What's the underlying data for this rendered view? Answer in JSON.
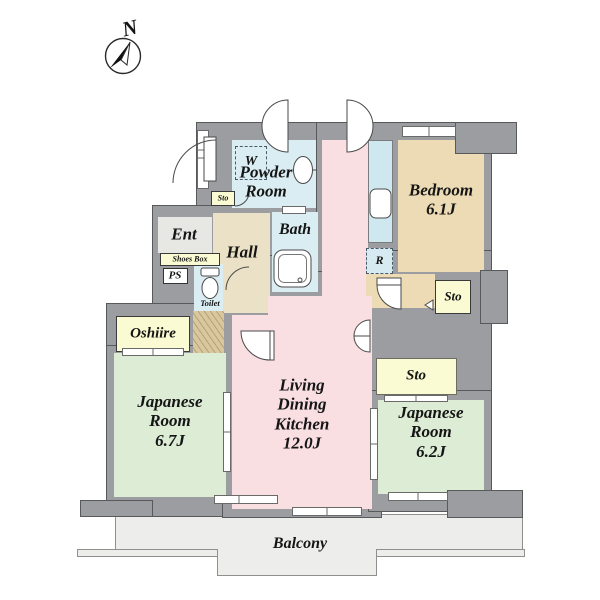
{
  "compass": {
    "north_label": "N"
  },
  "rooms": {
    "powder_room": {
      "label": "Powder\nRoom"
    },
    "bath": {
      "label": "Bath"
    },
    "toilet": {
      "label": "Toilet"
    },
    "ent": {
      "label": "Ent"
    },
    "hall": {
      "label": "Hall"
    },
    "bedroom": {
      "label": "Bedroom\n6.1J"
    },
    "japanese_room_67": {
      "label": "Japanese\nRoom\n6.7J"
    },
    "japanese_room_62": {
      "label": "Japanese\nRoom\n6.2J"
    },
    "ldk": {
      "label": "Living\nDining\nKitchen\n12.0J"
    },
    "balcony": {
      "label": "Balcony"
    }
  },
  "closets": {
    "oshiire": {
      "label": "Oshiire"
    },
    "shoes_box": {
      "label": "Shoes Box"
    },
    "sto_powder": {
      "label": "Sto"
    },
    "sto_bedroom": {
      "label": "Sto"
    },
    "sto_japanese": {
      "label": "Sto"
    }
  },
  "utilities": {
    "pipe_space": {
      "label": "PS"
    },
    "washer": {
      "label": "W"
    },
    "refrigerator": {
      "label": "R"
    }
  },
  "colors": {
    "wall": "#9c9da0",
    "wet_area": "#d9edf3",
    "kitchen_counter": "#cfe8f0",
    "ldk": "#f9dee2",
    "bedroom": "#ecdbb4",
    "hall": "#eae1c6",
    "tatami": "#dcecd5",
    "closet": "#fafbd2",
    "wood_floor": "#d9c79e",
    "entrance": "#e7e8e4",
    "balcony": "#ededeb"
  }
}
